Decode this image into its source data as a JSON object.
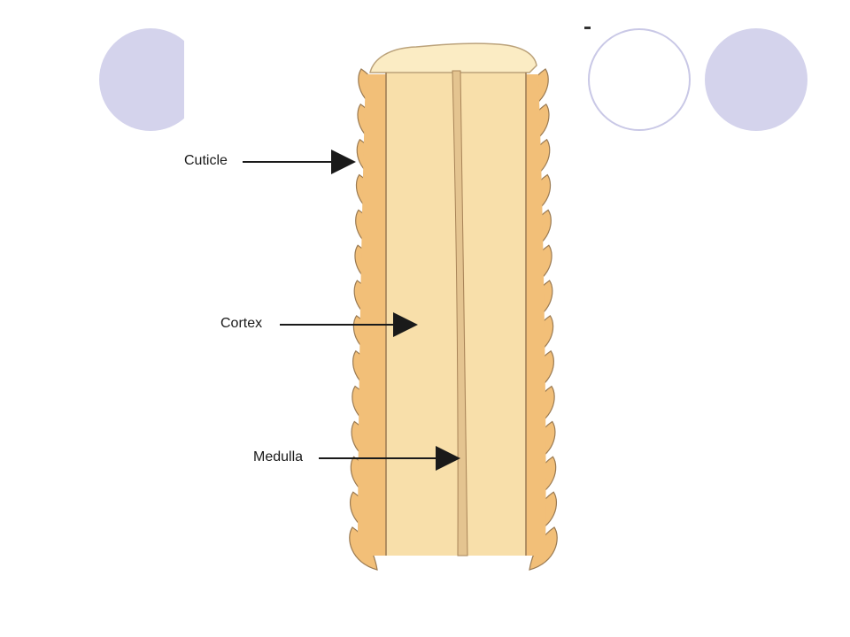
{
  "labels": {
    "cuticle": "Cuticle",
    "cortex": "Cortex",
    "medulla": "Medulla"
  },
  "colors": {
    "background": "#ffffff",
    "deco_circle": "#d4d3ec",
    "cuticle_scales": "#f2bf78",
    "cuticle_edge": "#9a7a52",
    "cortex": "#f8dfaa",
    "cortex_top": "#fbecc4",
    "medulla": "#e4c490",
    "text": "#1a1a1a"
  },
  "icons": [
    "right-arrow-icon"
  ]
}
